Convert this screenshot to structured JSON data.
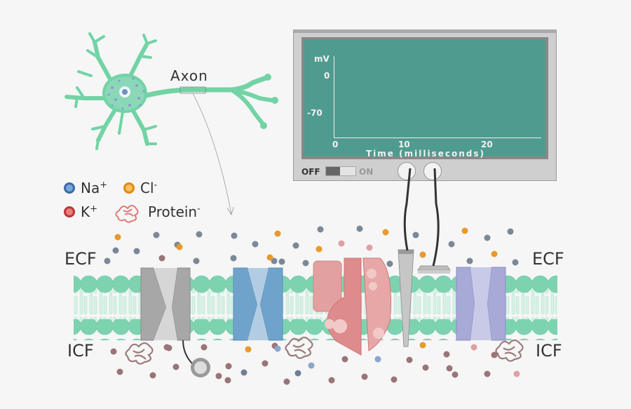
{
  "neuron": {
    "axon_label": "Axon"
  },
  "legend": {
    "items": [
      {
        "id": "na",
        "symbol": "Na",
        "charge": "+",
        "color": "#4a7fc1"
      },
      {
        "id": "cl",
        "symbol": "Cl",
        "charge": "-",
        "color": "#f0a020"
      },
      {
        "id": "k",
        "symbol": "K",
        "charge": "+",
        "color": "#d04848"
      },
      {
        "id": "protein",
        "symbol": "Protein",
        "charge": "-",
        "color": "#e07a7a"
      }
    ]
  },
  "oscilloscope": {
    "screen_color": "#4f9b8f",
    "y_unit": "mV",
    "y_ticks": [
      "0",
      "-70"
    ],
    "x_ticks": [
      "0",
      "10",
      "20"
    ],
    "x_label": "Time (milliseconds)",
    "switch": {
      "off_label": "OFF",
      "on_label": "ON",
      "state": "off"
    }
  },
  "compartments": {
    "ecf_left": "ECF",
    "ecf_right": "ECF",
    "icf_left": "ICF",
    "icf_right": "ICF"
  },
  "colors": {
    "membrane_head": "#7dd3b0",
    "membrane_tail": "#d6f1e6",
    "neuron": "#72d3a5",
    "ion_gray": "#7a8898",
    "ion_orange": "#e89a2a",
    "ion_mauve": "#9a7478",
    "ion_pink": "#dfa0a4",
    "ion_blue": "#8aa6cc"
  }
}
